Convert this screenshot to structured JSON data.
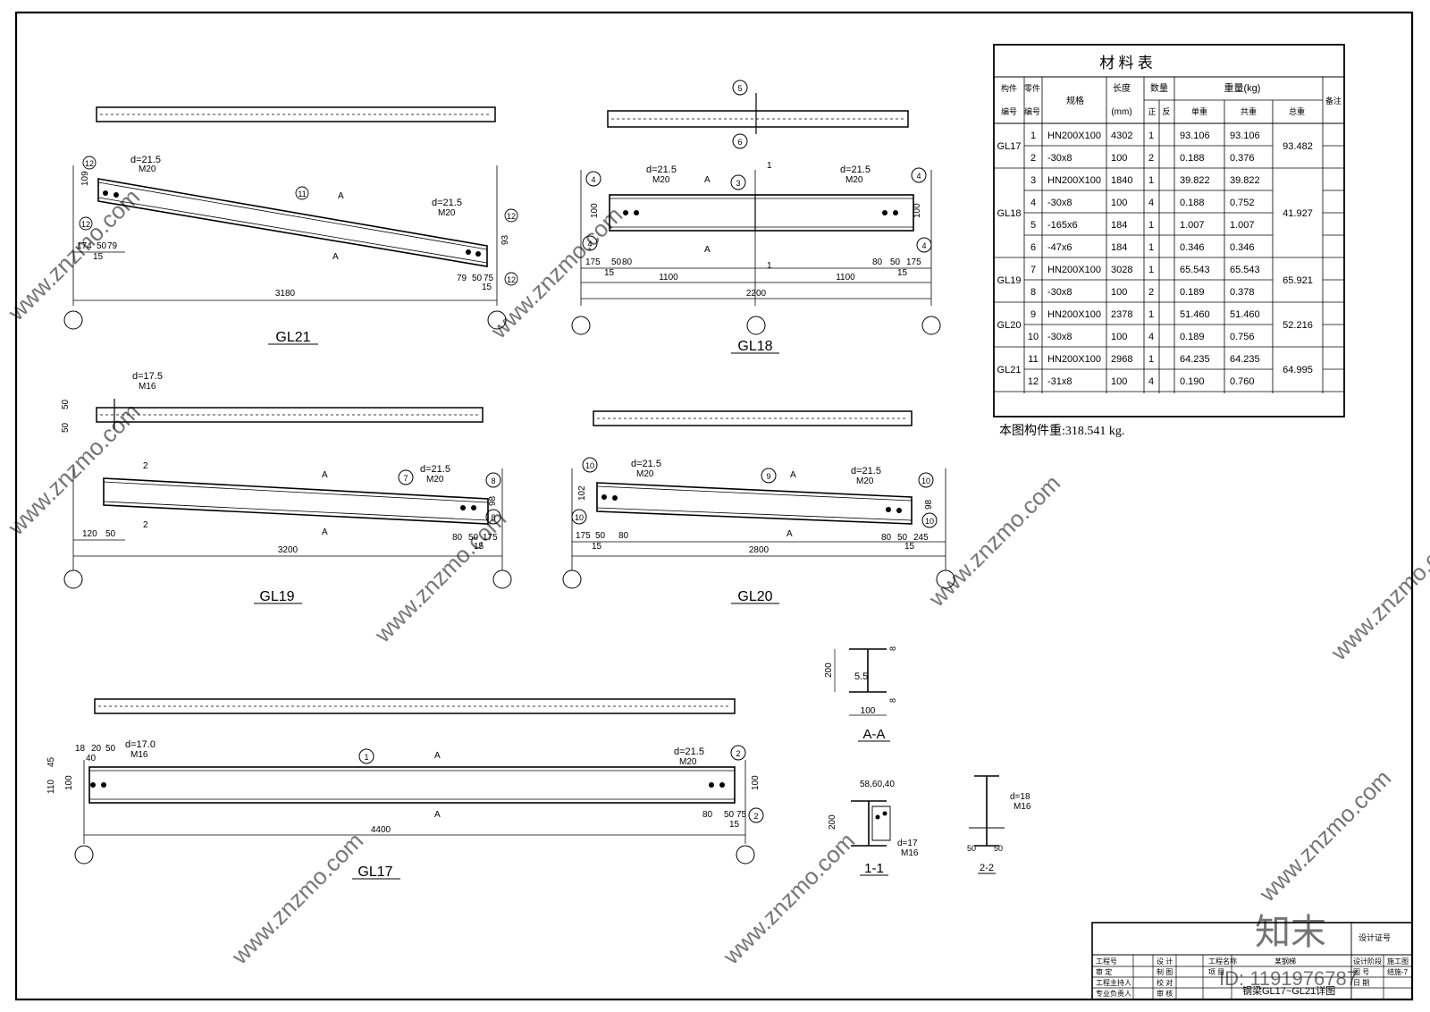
{
  "material_table": {
    "title": "材 料 表",
    "headers": {
      "member_no": [
        "构件",
        "编号"
      ],
      "part_no": [
        "零件",
        "编号"
      ],
      "spec": "规格",
      "length": [
        "长度",
        "(mm)"
      ],
      "qty": "数量",
      "qty_pos": "正",
      "qty_neg": "反",
      "weight": "重量(kg)",
      "unit": "单重",
      "total": "共重",
      "sum": "总重",
      "remark": "备注"
    },
    "rows": [
      {
        "member": "GL17",
        "part": "1",
        "spec": "HN200X100",
        "len": "4302",
        "qty": "1",
        "unit": "93.106",
        "total": "93.106"
      },
      {
        "member": "",
        "part": "2",
        "spec": "-30x8",
        "len": "100",
        "qty": "2",
        "unit": "0.188",
        "total": "0.376"
      },
      {
        "member": "GL18",
        "part": "3",
        "spec": "HN200X100",
        "len": "1840",
        "qty": "1",
        "unit": "39.822",
        "total": "39.822"
      },
      {
        "member": "",
        "part": "4",
        "spec": "-30x8",
        "len": "100",
        "qty": "4",
        "unit": "0.188",
        "total": "0.752"
      },
      {
        "member": "",
        "part": "5",
        "spec": "-165x6",
        "len": "184",
        "qty": "1",
        "unit": "1.007",
        "total": "1.007"
      },
      {
        "member": "",
        "part": "6",
        "spec": "-47x6",
        "len": "184",
        "qty": "1",
        "unit": "0.346",
        "total": "0.346"
      },
      {
        "member": "GL19",
        "part": "7",
        "spec": "HN200X100",
        "len": "3028",
        "qty": "1",
        "unit": "65.543",
        "total": "65.543"
      },
      {
        "member": "",
        "part": "8",
        "spec": "-30x8",
        "len": "100",
        "qty": "2",
        "unit": "0.189",
        "total": "0.378"
      },
      {
        "member": "GL20",
        "part": "9",
        "spec": "HN200X100",
        "len": "2378",
        "qty": "1",
        "unit": "51.460",
        "total": "51.460"
      },
      {
        "member": "",
        "part": "10",
        "spec": "-30x8",
        "len": "100",
        "qty": "4",
        "unit": "0.189",
        "total": "0.756"
      },
      {
        "member": "GL21",
        "part": "11",
        "spec": "HN200X100",
        "len": "2968",
        "qty": "1",
        "unit": "64.235",
        "total": "64.235"
      },
      {
        "member": "",
        "part": "12",
        "spec": "-31x8",
        "len": "100",
        "qty": "4",
        "unit": "0.190",
        "total": "0.760"
      }
    ],
    "sums": {
      "GL17": "93.482",
      "GL18": "41.927",
      "GL19": "65.921",
      "GL20": "52.216",
      "GL21": "64.995"
    },
    "total_note": "本图构件重:318.541 kg."
  },
  "drawings": {
    "gl21": {
      "title": "GL21",
      "span": "3180",
      "hole_a": "d=21.5",
      "bolt_a": "M20",
      "hole_b": "d=21.5",
      "bolt_b": "M20",
      "dims_left": [
        "174",
        "50",
        "79",
        "15"
      ],
      "dims_right": [
        "79",
        "50",
        "75",
        "15"
      ],
      "height_left": "109",
      "height_right": "93",
      "part_main": "11",
      "part_plate": "12",
      "section": "A"
    },
    "gl18": {
      "title": "GL18",
      "span": "2200",
      "half_left": "1100",
      "half_right": "1100",
      "hole": "d=21.5",
      "bolt": "M20",
      "dims_left": [
        "175",
        "50",
        "80",
        "15"
      ],
      "dims_right": [
        "80",
        "50",
        "175",
        "15"
      ],
      "height": "100",
      "part_main": "3",
      "part_plate": "4",
      "part_stiff_top": "5",
      "part_stiff_bot": "6",
      "section": "1",
      "section_a": "A"
    },
    "gl19": {
      "title": "GL19",
      "span": "3200",
      "hole_top": "d=17.5",
      "bolt_top": "M16",
      "hole": "d=21.5",
      "bolt": "M20",
      "dims_left": [
        "120",
        "50"
      ],
      "dims_right": [
        "80",
        "50",
        "175",
        "15"
      ],
      "height_right": "98",
      "side_dims": [
        "50",
        "50"
      ],
      "part_main": "7",
      "part_plate": "8",
      "section": "2",
      "section_a": "A"
    },
    "gl20": {
      "title": "GL20",
      "span": "2800",
      "hole": "d=21.5",
      "bolt": "M20",
      "dims_left": [
        "175",
        "50",
        "80",
        "15"
      ],
      "dims_right": [
        "80",
        "50",
        "245",
        "15"
      ],
      "height_left": "102",
      "height_right": "98",
      "part_main": "9",
      "part_plate": "10",
      "section": "A"
    },
    "gl17": {
      "title": "GL17",
      "span": "4400",
      "hole_left": "d=17.0",
      "bolt_left": "M16",
      "hole_right": "d=21.5",
      "bolt_right": "M20",
      "dims_top_left": [
        "18",
        "20",
        "50"
      ],
      "dims_left": [
        "40"
      ],
      "dims_right": [
        "80",
        "50",
        "75",
        "15"
      ],
      "height_left": "100",
      "height_right": "100",
      "side_left": [
        "110",
        "45"
      ],
      "part_main": "1",
      "part_plate": "2",
      "section": "A"
    },
    "sec_aa": {
      "title": "A-A",
      "h": "200",
      "b": "100",
      "tw": "5.5",
      "tf1": "8",
      "tf2": "8"
    },
    "sec_11": {
      "title": "1-1",
      "h": "200",
      "dims": "58,60,40",
      "hole": "d=17",
      "bolt": "M16"
    },
    "sec_22": {
      "title": "2-2",
      "hole": "d=18",
      "bolt": "M16",
      "d1": "50",
      "d2": "50"
    }
  },
  "title_block": {
    "design_cert": "设计证号",
    "left_labels": [
      "工程号",
      "审 定",
      "工程主持人",
      "专业负责人"
    ],
    "mid_labels": [
      "设 计",
      "制 图",
      "校 对",
      "审 核"
    ],
    "proj_labels": [
      "工程名称",
      "项 目"
    ],
    "project_name": "某钢梯",
    "drawing_name": "钢梁GL17~GL21详图",
    "stage_labels": [
      "设计阶段",
      "图 号",
      "日 期"
    ],
    "stage_values": [
      "施工图",
      "结施-7",
      ""
    ]
  },
  "watermarks": {
    "site": "www.znzmo.com",
    "brand": "知末网",
    "logo": "知末",
    "id": "ID: 1191976787"
  },
  "colors": {
    "line": "#000000",
    "background": "#ffffff",
    "watermark": "#bdbdbd"
  }
}
